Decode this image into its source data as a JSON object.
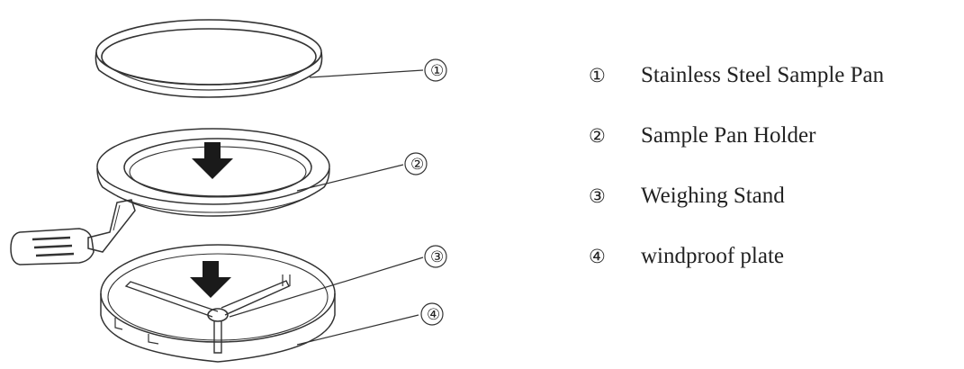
{
  "legend": {
    "items": [
      {
        "number": "①",
        "label": "Stainless Steel Sample Pan"
      },
      {
        "number": "②",
        "label": "Sample Pan Holder"
      },
      {
        "number": "③",
        "label": "Weighing Stand"
      },
      {
        "number": "④",
        "label": "windproof plate"
      }
    ]
  },
  "callouts": [
    "①",
    "②",
    "③",
    "④"
  ],
  "colors": {
    "line": "#333333",
    "arrow": "#1a1a1a",
    "background": "#ffffff"
  }
}
